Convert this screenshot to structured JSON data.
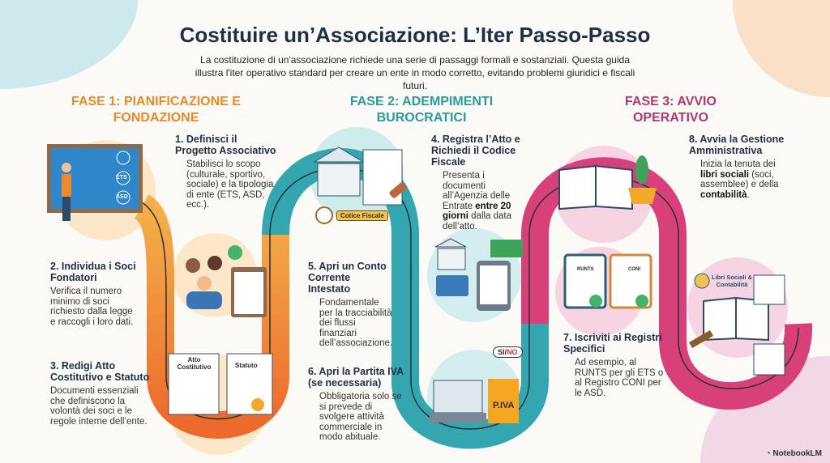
{
  "title": "Costituire un’Associazione: L’Iter Passo-Passo",
  "subtitle": "La costituzione di un'associazione richiede una serie di passaggi formali e sostanziali. Questa guida illustra l'iter operativo standard per creare un ente in modo corretto, evitando problemi giuridici e fiscali futuri.",
  "phases": [
    {
      "label": "FASE 1: PIANIFICAZIONE E FONDAZIONE",
      "color": "#e8892a"
    },
    {
      "label": "FASE 2: ADEMPIMENTI BUROCRATICI",
      "color": "#2a9b9a"
    },
    {
      "label": "FASE 3: AVVIO OPERATIVO",
      "color": "#b0386c"
    }
  ],
  "steps": [
    {
      "title": "1. Definisci il Progetto Associativo",
      "desc": "Stabilisci lo scopo (culturale, sportivo, sociale) e la tipologia di ente (ETS, ASD, ecc.)."
    },
    {
      "title": "2. Individua i Soci Fondatori",
      "desc": "Verifica il numero minimo di soci richiesto dalla legge e raccogli i loro dati."
    },
    {
      "title": "3. Redigi Atto Costitutivo e Statuto",
      "desc": "Documenti essenziali che definiscono la volontà dei soci e le regole interne dell’ente."
    },
    {
      "title": "4. Registra l’Atto e Richiedi il Codice Fiscale",
      "desc_a": "Presenta i documenti all’Agenzia delle Entrate ",
      "desc_b": "entre 20 giorni",
      "desc_c": " dalla data dell’atto."
    },
    {
      "title": "5. Apri un Conto Corrente Intestato",
      "desc": "Fondamentale per la tracciabilità dei flussi finanziari dell’associazione."
    },
    {
      "title": "6. Apri la Partita IVA (se necessaria)",
      "desc": "Obbligatoria solo se si prevede di svolgere attività commerciale in modo abituale."
    },
    {
      "title": "7. Iscriviti ai Registri Specifici",
      "desc": "Ad esempio, al RUNTS per gli ETS o al Registro CONI per le ASD."
    },
    {
      "title": "8. Avvia la Gestione Amministrativa",
      "desc_a": "Inizia la tenuta dei ",
      "desc_b": "libri sociali",
      "desc_c": " (soci, assemblee) e della ",
      "desc_d": "contabilità",
      "desc_e": "."
    }
  ],
  "illustrations": {
    "board_tags": [
      "ETS",
      "ASD"
    ],
    "doc1": "Atto Costitutivo",
    "doc2": "Statuto",
    "codice_fiscale": "Cotice Fiscale",
    "piva": "P.IVA",
    "si": "SI",
    "no": "NO",
    "runts": "RUNTS",
    "coni": "CONI",
    "libri": "Libri Sociali & Contabilità"
  },
  "brand": "NotebookLM"
}
